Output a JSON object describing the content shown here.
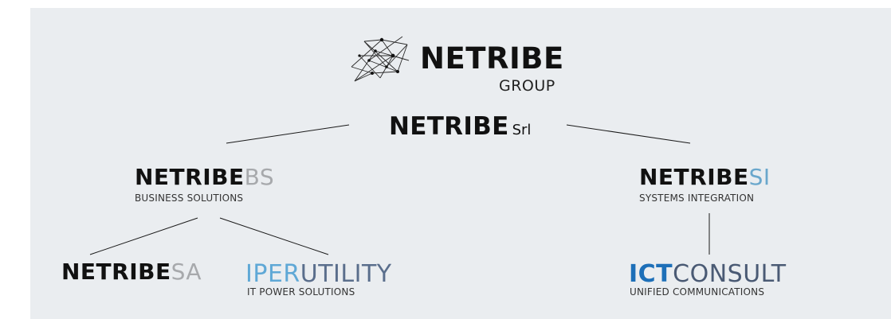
{
  "group": {
    "name": "NETRIBE",
    "suffix": "GROUP"
  },
  "parent": {
    "name": "NETRIBE",
    "suffix": "Srl"
  },
  "companies": {
    "bs": {
      "name": "NETRIBE",
      "code": "BS",
      "description": "BUSINESS SOLUTIONS"
    },
    "si": {
      "name": "NETRIBE",
      "code": "SI",
      "description": "SYSTEMS INTEGRATION"
    },
    "sa": {
      "name": "NETRIBE",
      "code": "SA"
    },
    "iperutility": {
      "part1": "IPER",
      "part2": "UTILITY",
      "description": "IT POWER SOLUTIONS"
    },
    "ictconsult": {
      "part1": "ICT",
      "part2": "CONSULT",
      "description": "UNIFIED COMMUNICATIONS"
    }
  },
  "colors": {
    "background": "#eaedf0",
    "dark_text": "#111111",
    "gray_accent": "#a7a9ac",
    "light_blue": "#6aa7cc",
    "iper_blue": "#5fa8d6",
    "ict_blue": "#1d6fb8",
    "steel": "#5a6e8c"
  },
  "icons": {
    "logo": "network-nodes-icon"
  }
}
